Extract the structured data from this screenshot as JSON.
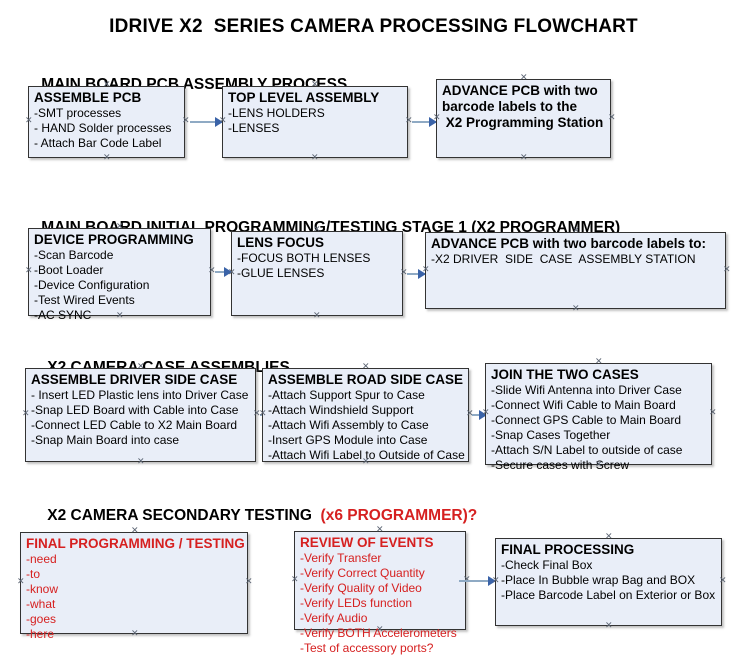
{
  "document": {
    "title": "IDRIVE X2  SERIES CAMERA PROCESSING FLOWCHART"
  },
  "colors": {
    "box_fill": "#e9eef8",
    "box_border": "#333333",
    "arrow_shaft": "#8faac4",
    "arrow_head": "#3a63a8",
    "accent_red": "#d62020",
    "text": "#000000"
  },
  "sections": [
    {
      "id": "main-board-pcb-assembly",
      "heading": "MAIN BOARD PCB ASSEMBLY PROCESS",
      "heading_accent": "",
      "boxes": [
        {
          "id": "assemble-pcb",
          "header": "ASSEMBLE PCB",
          "lines": [
            "-SMT processes",
            "- HAND Solder processes",
            "- Attach Bar Code Label"
          ]
        },
        {
          "id": "top-level-assembly",
          "header": "TOP LEVEL ASSEMBLY",
          "lines": [
            "-LENS HOLDERS",
            "-LENSES"
          ]
        },
        {
          "id": "advance-pcb-programming-station",
          "header": "ADVANCE PCB with two",
          "lines": [
            "barcode labels to the",
            " X2 Programming Station"
          ]
        }
      ]
    },
    {
      "id": "main-board-initial-programming",
      "heading": "MAIN BOARD INITIAL PROGRAMMING/TESTING STAGE 1 (X2 PROGRAMMER)",
      "heading_accent": "",
      "boxes": [
        {
          "id": "device-programming",
          "header": "DEVICE PROGRAMMING",
          "lines": [
            "-Scan Barcode",
            "-Boot Loader",
            "-Device Configuration",
            "-Test Wired Events",
            "-AC SYNC"
          ]
        },
        {
          "id": "lens-focus",
          "header": "LENS FOCUS",
          "lines": [
            "-FOCUS BOTH LENSES",
            "-GLUE LENSES"
          ]
        },
        {
          "id": "advance-pcb-driver-side",
          "header": "ADVANCE PCB with two barcode labels to:",
          "lines": [
            "-X2 DRIVER  SIDE  CASE  ASSEMBLY STATION"
          ]
        }
      ]
    },
    {
      "id": "x2-camera-case-assemblies",
      "heading": "X2 CAMERA CASE ASSEMBLIES",
      "heading_accent": "",
      "boxes": [
        {
          "id": "assemble-driver-side-case",
          "header": "ASSEMBLE DRIVER SIDE CASE",
          "lines": [
            "- Insert LED Plastic lens into Driver Case",
            "-Snap LED Board with Cable into Case",
            "-Connect LED Cable to X2 Main Board",
            "-Snap Main Board into case"
          ]
        },
        {
          "id": "assemble-road-side-case",
          "header": "ASSEMBLE ROAD SIDE CASE",
          "lines": [
            "-Attach Support Spur to Case",
            "-Attach Windshield Support",
            "-Attach Wifi Assembly to Case",
            "-Insert GPS Module into Case",
            "-Attach Wifi Label to Outside of Case"
          ]
        },
        {
          "id": "join-the-two-cases",
          "header": "JOIN THE TWO CASES",
          "lines": [
            "-Slide Wifi Antenna into Driver Case",
            "-Connect Wifi Cable to Main Board",
            "-Connect GPS Cable to Main Board",
            "-Snap Cases Together",
            "-Attach S/N Label to outside of case",
            "-Secure cases with Screw"
          ]
        }
      ]
    },
    {
      "id": "x2-camera-secondary-testing",
      "heading": "X2 CAMERA SECONDARY TESTING  ",
      "heading_accent": "(x6 PROGRAMMER)?",
      "boxes": [
        {
          "id": "final-programming-testing",
          "header": "FINAL PROGRAMMING / TESTING",
          "lines": [
            "-need",
            "-to",
            "-know",
            "-what",
            "-goes",
            "-here"
          ]
        },
        {
          "id": "review-of-events",
          "header": "REVIEW OF EVENTS",
          "lines": [
            "-Verify Transfer",
            "-Verify Correct Quantity",
            "-Verify Quality of Video",
            "-Verify LEDs function",
            "-Verify Audio",
            "-Verify BOTH Accelerometers",
            "-Test of accessory ports?"
          ]
        },
        {
          "id": "final-processing",
          "header": "FINAL PROCESSING",
          "lines": [
            "-Check Final Box",
            "-Place In Bubble wrap Bag and BOX",
            "-Place Barcode Label on Exterior or Box"
          ]
        }
      ]
    }
  ]
}
